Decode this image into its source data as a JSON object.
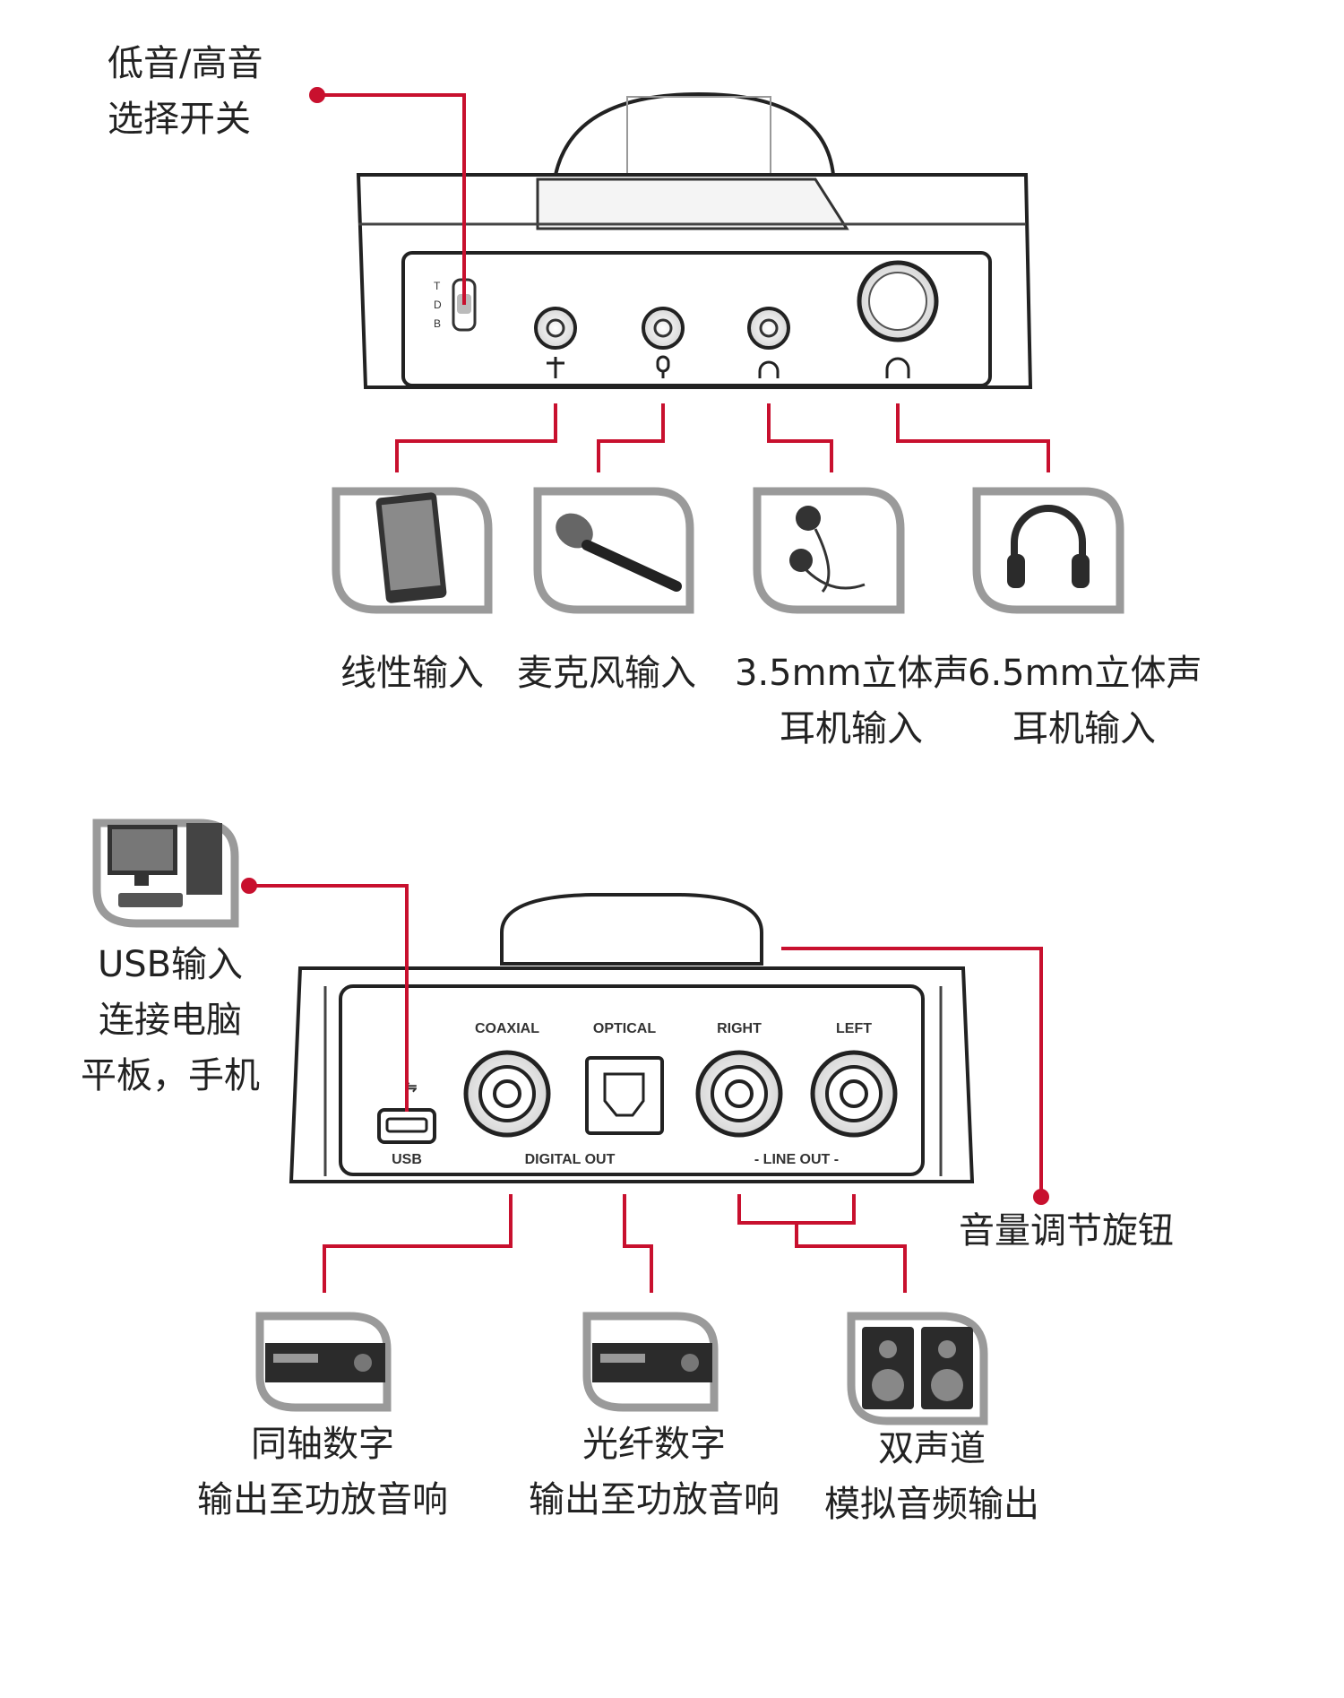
{
  "top": {
    "switch_label": [
      "低音/高音",
      "选择开关"
    ],
    "switch_marks": [
      "T",
      "D",
      "B"
    ],
    "inputs": [
      {
        "label": [
          "线性输入"
        ],
        "device": "phone-icon"
      },
      {
        "label": [
          "麦克风输入"
        ],
        "device": "microphone-icon"
      },
      {
        "label": [
          "3.5mm立体声",
          "耳机输入"
        ],
        "device": "earphones-icon"
      },
      {
        "label": [
          "6.5mm立体声",
          "耳机输入"
        ],
        "device": "headphones-icon"
      }
    ]
  },
  "bottom": {
    "usb_label": [
      "USB输入",
      "连接电脑",
      "平板，手机"
    ],
    "volume_label": "音量调节旋钮",
    "panel_labels": {
      "coaxial": "COAXIAL",
      "optical": "OPTICAL",
      "right": "RIGHT",
      "left": "LEFT",
      "usb": "USB",
      "digital_out": "DIGITAL OUT",
      "line_out": "- LINE OUT -"
    },
    "outputs": [
      {
        "label": [
          "同轴数字",
          "输出至功放音响"
        ],
        "device": "amplifier-icon"
      },
      {
        "label": [
          "光纤数字",
          "输出至功放音响"
        ],
        "device": "amplifier-icon"
      },
      {
        "label": [
          "双声道",
          "模拟音频输出"
        ],
        "device": "speakers-icon"
      }
    ]
  },
  "colors": {
    "accent": "#c8102e",
    "frame": "#9a9a9a",
    "device": "#2b2b2b"
  }
}
